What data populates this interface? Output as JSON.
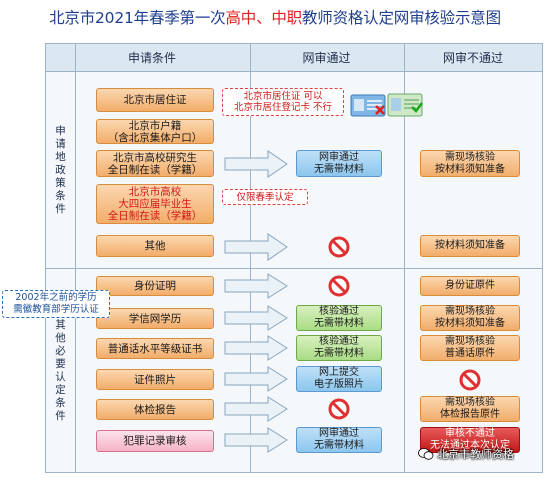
{
  "title": {
    "part1": "北京市2021年春季第一次",
    "part2": "高中、中职",
    "part3": "教师资格认定网审核验示意图"
  },
  "columns": {
    "conditions": "申请条件",
    "pass": "网审通过",
    "fail": "网审不通过"
  },
  "categories": {
    "policy": "申\n请\n地\n政\n策\n条\n件",
    "other": "其\n他\n必\n要\n认\n定\n条\n件"
  },
  "conditions": [
    "北京市居住证",
    "北京市户籍\n（含北京集体户口）",
    "北京市高校研究生\n全日制在读（学籍）",
    "北京市高校\n大四应届毕业生\n全日制在读（学籍）",
    "其他",
    "身份证明",
    "学信网学历",
    "普通话水平等级证书",
    "证件照片",
    "体检报告",
    "犯罪记录审核"
  ],
  "notes": {
    "residence": "北京市居住证 可以\n北京市居住登记卡 不行",
    "spring": "仅限春季认定",
    "education": "2002年之前的学历\n需徽教育部学历认证"
  },
  "pass_results": {
    "study": "网审通过\n无需带材料",
    "education": "核验通过\n无需带材料",
    "mandarin": "核验通过\n无需带材料",
    "photo": "网上提交\n电子版照片",
    "crime": "网审通过\n无需带材料"
  },
  "fail_results": {
    "study": "需现场核验\n按材料须知准备",
    "other": "按材料须知准备",
    "id": "身份证原件",
    "education": "需现场核验\n按材料须知准备",
    "mandarin": "需现场核验\n普通话原件",
    "health": "需现场核验\n体检报告原件",
    "crime": "审核不通过\n无法通过本次认定"
  },
  "icons": {
    "arrow": "right-arrow-icon",
    "prohibited": "prohibited-icon",
    "card": "id-card-icon"
  },
  "colors": {
    "title_blue": "#1f3f8f",
    "highlight_red": "#e02020",
    "orange": "#f2ad6a",
    "blue": "#8cc6ee",
    "green": "#a9dc84",
    "red": "#c01818"
  },
  "watermark": "北京市教师资格"
}
